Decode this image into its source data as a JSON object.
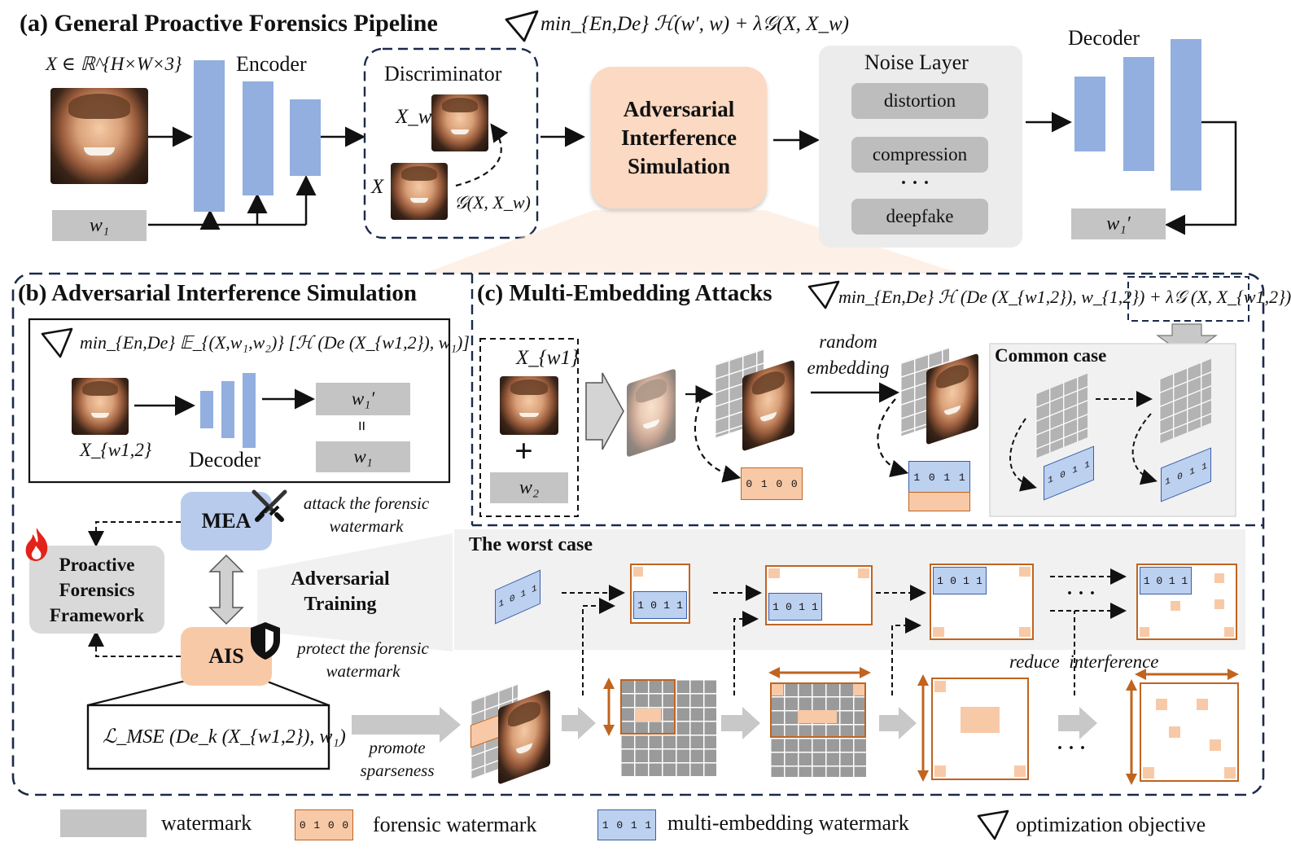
{
  "panel_a": {
    "title": "(a) General Proactive Forensics Pipeline",
    "objective": "min_{En,De} ℋ(w′, w) + λ𝒢(X, X_w)",
    "input_label": "X ∈ ℝ^{H×W×3}",
    "encoder": "Encoder",
    "w1": "w₁",
    "discriminator": "Discriminator",
    "xw": "X_w",
    "x": "X",
    "g_label": "𝒢(X, X_w)",
    "ais_box": [
      "Adversarial",
      "Interference",
      "Simulation"
    ],
    "noise_layer": "Noise Layer",
    "noise_items": [
      "distortion",
      "compression",
      "· · ·",
      "deepfake"
    ],
    "decoder": "Decoder",
    "w1_prime": "w₁′"
  },
  "panel_b": {
    "title": "(b) Adversarial Interference Simulation",
    "objective": "min_{En,De} 𝔼_{(X,w₁,w₂)} [ℋ (De (X_{w1,2}), w₁)]",
    "x_label": "X_{w1,2}",
    "decoder": "Decoder",
    "w1_prime": "w₁′",
    "equals": "=",
    "w1": "w₁",
    "mea": "MEA",
    "mea_note": [
      "attack the forensic",
      "watermark"
    ],
    "framework": [
      "Proactive",
      "Forensics",
      "Framework"
    ],
    "adv_training": [
      "Adversarial",
      "Training"
    ],
    "ais": "AIS",
    "ais_note": [
      "protect the forensic",
      "watermark"
    ],
    "loss": "ℒ_MSE (De_k (X_{w1,2}), w₁)",
    "promote": [
      "promote",
      "sparseness"
    ]
  },
  "panel_c": {
    "title": "(c) Multi-Embedding Attacks",
    "objective": "min_{En,De} ℋ (De (X_{w1,2}), w_{1,2}) + λ𝒢 (X, X_{w1,2})",
    "xw1": "X_{w1}",
    "plus": "+",
    "w2": "w₂",
    "random_embedding": [
      "random",
      "embedding"
    ],
    "common_case": "Common case",
    "worst_case": "The worst case",
    "reduce_interference": "reduce  interference",
    "forensic_bits": [
      "0",
      "1",
      "0",
      "0"
    ],
    "multi_bits": [
      "1",
      "0",
      "1",
      "1"
    ],
    "ellipsis": "· · ·"
  },
  "legend": {
    "watermark": "watermark",
    "forensic_watermark": "forensic watermark",
    "multi_embedding_watermark": "multi-embedding watermark",
    "optimization_objective": "optimization objective",
    "forensic_bits": [
      "0",
      "1",
      "0",
      "0"
    ],
    "multi_bits": [
      "1",
      "0",
      "1",
      "1"
    ]
  },
  "colors": {
    "blue_bar": "#92afdf",
    "orange_fill": "#f8c9a7",
    "orange_stroke": "#c0641f",
    "gray_chip": "#bdbdbd",
    "ais_bg": "#fbd9c2",
    "mea_bg": "#b8cbec"
  }
}
